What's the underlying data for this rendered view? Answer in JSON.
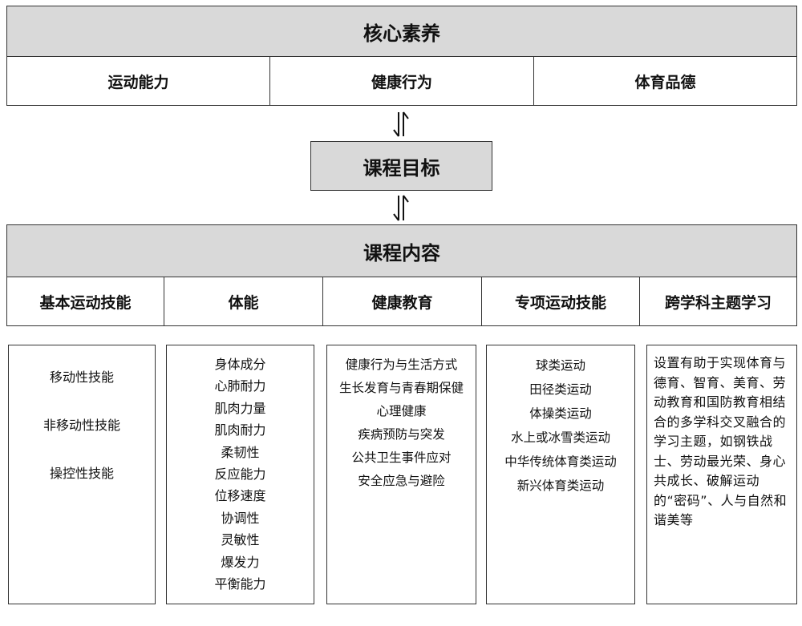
{
  "core": {
    "title": "核心素养",
    "items": [
      "运动能力",
      "健康行为",
      "体育品德"
    ]
  },
  "goal": {
    "title": "课程目标"
  },
  "content": {
    "title": "课程内容",
    "categories": [
      "基本运动技能",
      "体能",
      "健康教育",
      "专项运动技能",
      "跨学科主题学习"
    ]
  },
  "details": {
    "basic": [
      "移动性技能",
      "非移动性技能",
      "操控性技能"
    ],
    "fitness": [
      "身体成分",
      "心肺耐力",
      "肌肉力量",
      "肌肉耐力",
      "柔韧性",
      "反应能力",
      "位移速度",
      "协调性",
      "灵敏性",
      "爆发力",
      "平衡能力"
    ],
    "health": [
      "健康行为与生活方式",
      "生长发育与青春期保健",
      "心理健康",
      "疾病预防与突发",
      "公共卫生事件应对",
      "安全应急与避险"
    ],
    "special": [
      "球类运动",
      "田径类运动",
      "体操类运动",
      "水上或冰雪类运动",
      "中华传统体育类运动",
      "新兴体育类运动"
    ],
    "interdisciplinary": "设置有助于实现体育与德育、智育、美育、劳动教育和国防教育相结合的多学科交叉融合的学习主题，如钢铁战士、劳动最光荣、身心共成长、破解运动的“密码”、人与自然和谐美等"
  }
}
